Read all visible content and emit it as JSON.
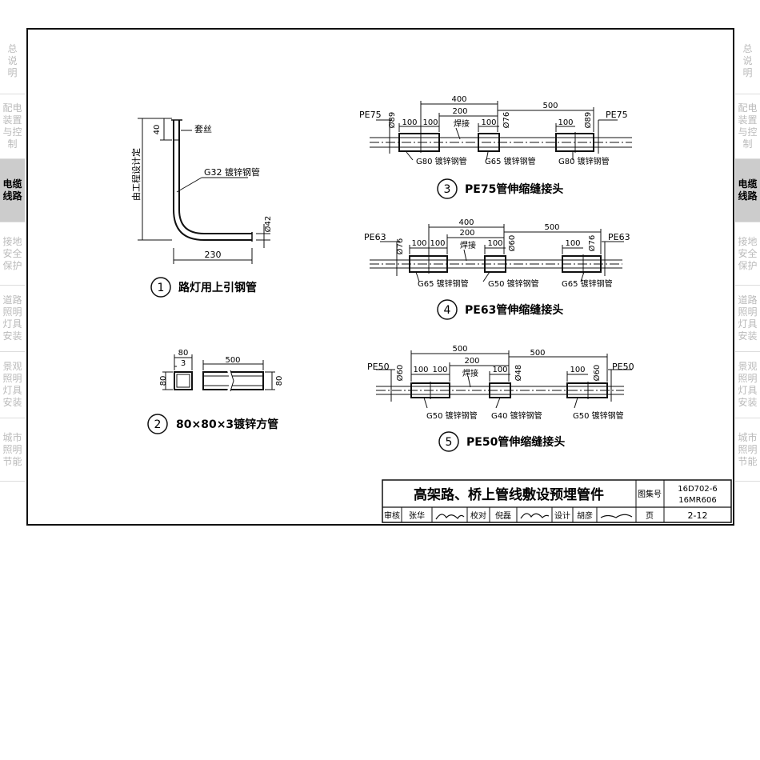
{
  "sidebar": [
    {
      "label": [
        "总",
        "说",
        "明"
      ],
      "active": false
    },
    {
      "label": [
        "配电",
        "装置",
        "与控",
        "制"
      ],
      "active": false
    },
    {
      "label": [
        "电缆",
        "线路"
      ],
      "active": true
    },
    {
      "label": [
        "接地",
        "安全",
        "保护"
      ],
      "active": false
    },
    {
      "label": [
        "道路",
        "照明",
        "灯具",
        "安装"
      ],
      "active": false
    },
    {
      "label": [
        "景观",
        "照明",
        "灯具",
        "安装"
      ],
      "active": false
    },
    {
      "label": [
        "城市",
        "照明",
        "节能"
      ],
      "active": false
    }
  ],
  "fig1": {
    "num": "1",
    "caption": "路灯用上引钢管",
    "dim_height_label": "由工程设计定",
    "dim_top": "40",
    "dim_width": "230",
    "dim_dia": "Ø42",
    "label_thread": "套丝",
    "label_pipe": "G32 镀锌钢管"
  },
  "fig2": {
    "num": "2",
    "caption": "80×80×3镀锌方管",
    "dim_80_top": "80",
    "dim_3": "3",
    "dim_80_left": "80",
    "dim_500": "500",
    "dim_80_right": "80"
  },
  "fig3": {
    "num": "3",
    "caption": "PE75管伸缩缝接头",
    "left_pe": "PE75",
    "right_pe": "PE75",
    "d_left": "Ø89",
    "d_mid": "Ø76",
    "d_right": "Ø89",
    "dim_400": "400",
    "dim_500": "500",
    "dim_200": "200",
    "dim_100": "100",
    "weld": "焊接",
    "pipes": [
      "G80 镀锌钢管",
      "G65 镀锌钢管",
      "G80 镀锌钢管"
    ]
  },
  "fig4": {
    "num": "4",
    "caption": "PE63管伸缩缝接头",
    "left_pe": "PE63",
    "right_pe": "PE63",
    "d_left": "Ø76",
    "d_mid": "Ø60",
    "d_right": "Ø76",
    "dim_400": "400",
    "dim_500": "500",
    "dim_200": "200",
    "dim_100": "100",
    "weld": "焊接",
    "pipes": [
      "G65 镀锌钢管",
      "G50 镀锌钢管",
      "G65 镀锌钢管"
    ]
  },
  "fig5": {
    "num": "5",
    "caption": "PE50管伸缩缝接头",
    "left_pe": "PE50",
    "right_pe": "PE50",
    "d_left": "Ø60",
    "d_mid": "Ø48",
    "d_right": "Ø60",
    "dim_500a": "500",
    "dim_500b": "500",
    "dim_200": "200",
    "dim_100": "100",
    "weld": "焊接",
    "pipes": [
      "G50 镀锌钢管",
      "G40 镀锌钢管",
      "G50 镀锌钢管"
    ]
  },
  "title_block": {
    "title": "高架路、桥上管线敷设预埋管件",
    "atlas_label": "图集号",
    "atlas_no_1": "16D702-6",
    "atlas_no_2": "16MR606",
    "review_label": "审核",
    "review_name": "张华",
    "check_label": "校对",
    "check_name": "倪磊",
    "design_label": "设计",
    "design_name": "胡彦",
    "page_label": "页",
    "page_no": "2-12"
  }
}
